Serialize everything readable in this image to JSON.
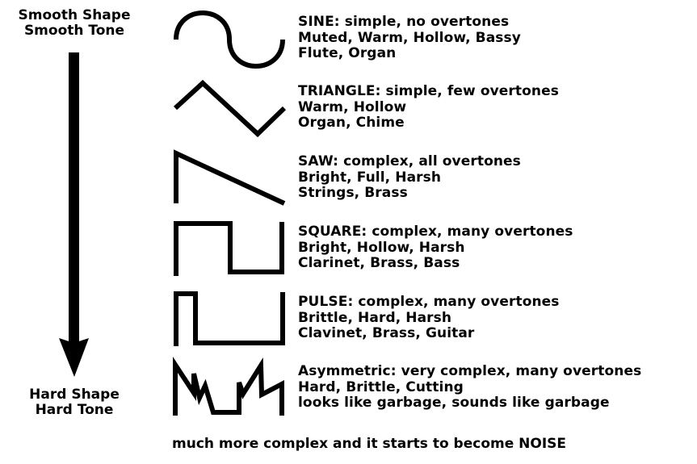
{
  "axis": {
    "top_line1": "Smooth Shape",
    "top_line2": "Smooth Tone",
    "bottom_line1": "Hard Shape",
    "bottom_line2": "Hard Tone"
  },
  "waveforms": [
    {
      "id": "sine",
      "title": "SINE: simple, no overtones",
      "timbre": "Muted, Warm, Hollow, Bassy",
      "instruments": "Flute, Organ"
    },
    {
      "id": "triangle",
      "title": "TRIANGLE: simple, few overtones",
      "timbre": "Warm, Hollow",
      "instruments": "Organ, Chime"
    },
    {
      "id": "saw",
      "title": "SAW: complex, all overtones",
      "timbre": "Bright, Full, Harsh",
      "instruments": "Strings, Brass"
    },
    {
      "id": "square",
      "title": "SQUARE: complex, many overtones",
      "timbre": "Bright, Hollow, Harsh",
      "instruments": "Clarinet, Brass, Bass"
    },
    {
      "id": "pulse",
      "title": "PULSE: complex, many overtones",
      "timbre": "Brittle, Hard, Harsh",
      "instruments": "Clavinet, Brass, Guitar"
    },
    {
      "id": "asymmetric",
      "title": "Asymmetric: very complex, many overtones",
      "timbre": "Hard, Brittle, Cutting",
      "instruments": "looks like garbage, sounds like garbage"
    }
  ],
  "footer": "much more complex and it starts to become NOISE",
  "colors": {
    "stroke": "#000000",
    "background": "#ffffff"
  }
}
